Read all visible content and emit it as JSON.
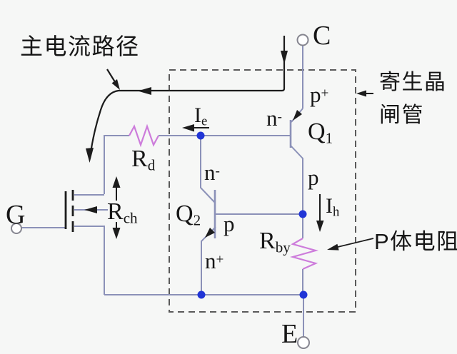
{
  "diagram": {
    "title": "IGBT equivalent circuit with parasitic thyristor",
    "annotations": {
      "main_current_path": "主电流路径",
      "parasitic_thyristor_line1": "寄生晶",
      "parasitic_thyristor_line2": "闸管",
      "p_body_resistance": "P体电阻"
    },
    "terminals": {
      "collector": "C",
      "gate": "G",
      "emitter": "E"
    },
    "transistors": {
      "q1": {
        "name": "Q",
        "sub": "1"
      },
      "q2": {
        "name": "Q",
        "sub": "2"
      }
    },
    "resistors": {
      "rd": {
        "name": "R",
        "sub": "d"
      },
      "rch": {
        "name": "R",
        "sub": "ch"
      },
      "rby": {
        "name": "R",
        "sub": "by"
      }
    },
    "currents": {
      "ie": {
        "name": "I",
        "sub": "e"
      },
      "ih": {
        "name": "I",
        "sub": "h"
      }
    },
    "regions": {
      "p_plus": {
        "base": "p",
        "script": "+"
      },
      "n_minus_q1": {
        "base": "n",
        "script": "-"
      },
      "n_minus_mid": {
        "base": "n",
        "script": "-"
      },
      "p_q1_collector": {
        "base": "p",
        "script": ""
      },
      "p_q2_base": {
        "base": "p",
        "script": ""
      },
      "n_plus": {
        "base": "n",
        "script": "+"
      }
    },
    "colors": {
      "background": "#f6f7f6",
      "wire": "#8b91b8",
      "node": "#2135d6",
      "resistor": "#cd7cdb",
      "dashed_box": "#5a5a5a",
      "annotation": "#1c1c1c",
      "text": "#161616"
    }
  }
}
